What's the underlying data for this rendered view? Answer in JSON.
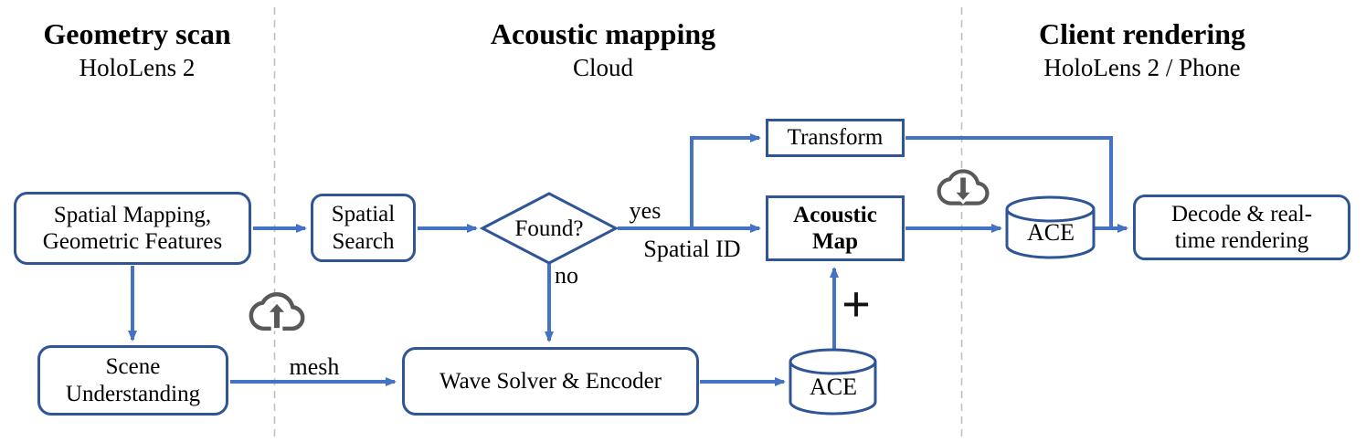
{
  "diagram": {
    "sections": [
      {
        "title": "Geometry scan",
        "subtitle": "HoloLens 2"
      },
      {
        "title": "Acoustic mapping",
        "subtitle": "Cloud"
      },
      {
        "title": "Client rendering",
        "subtitle": "HoloLens 2 / Phone"
      }
    ],
    "nodes": {
      "spatial_mapping": {
        "line1": "Spatial Mapping,",
        "line2": "Geometric Features"
      },
      "scene_understanding": {
        "line1": "Scene",
        "line2": "Understanding"
      },
      "spatial_search": {
        "line1": "Spatial",
        "line2": "Search"
      },
      "found_decision": {
        "label": "Found?"
      },
      "transform": {
        "label": "Transform"
      },
      "acoustic_map": {
        "line1": "Acoustic",
        "line2": "Map"
      },
      "wave_solver": {
        "label": "Wave Solver & Encoder"
      },
      "ace_cloud": {
        "label": "ACE"
      },
      "ace_client": {
        "label": "ACE"
      },
      "decode": {
        "line1": "Decode & real-",
        "line2": "time rendering"
      }
    },
    "edge_labels": {
      "yes": "yes",
      "no": "no",
      "spatial_id": "Spatial ID",
      "mesh": "mesh",
      "plus": "+"
    },
    "icons": {
      "upload": "cloud-upload",
      "download": "cloud-download"
    },
    "colors": {
      "node_border": "#2F5597",
      "arrow": "#4472C4",
      "icon": "#595959",
      "divider": "#C0C0C0",
      "text": "#000000"
    }
  }
}
